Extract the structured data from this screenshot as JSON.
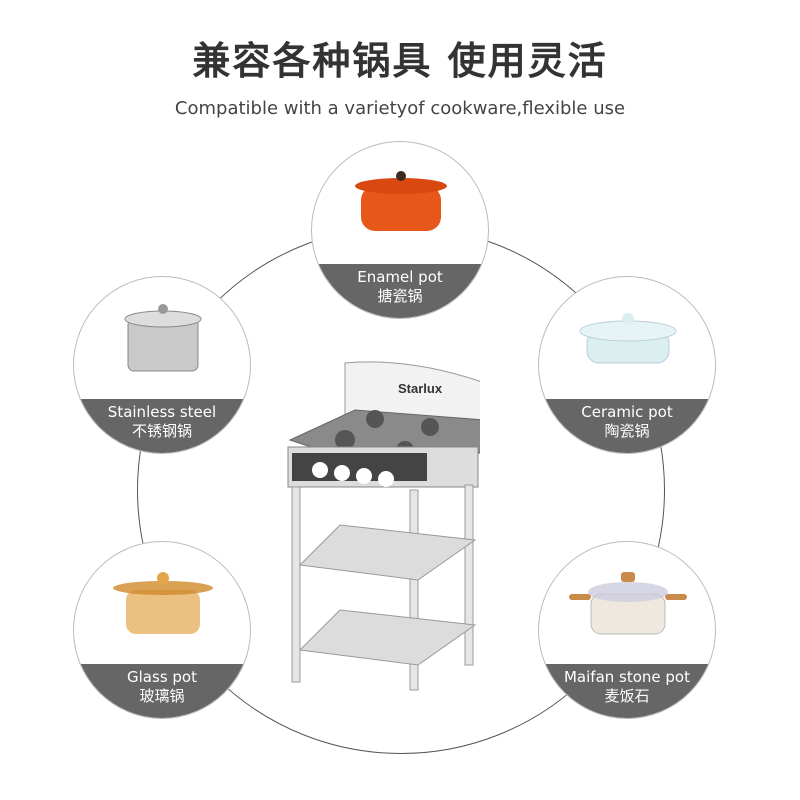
{
  "header": {
    "title": "兼容各种锅具 使用灵活",
    "subtitle": "Compatible with a varietyof cookware,flexible use"
  },
  "brand": "Starlux",
  "cookware": [
    {
      "en": "Enamel pot",
      "zh": "搪瓷锅",
      "color": "#e8571a"
    },
    {
      "en": "Stainless steel",
      "zh": "不锈钢锅",
      "color": "#c9c9c9"
    },
    {
      "en": "Ceramic pot",
      "zh": "陶瓷锅",
      "color": "#dbeef0"
    },
    {
      "en": "Glass pot",
      "zh": "玻璃锅",
      "color": "#e3a54a"
    },
    {
      "en": "Maifan stone pot",
      "zh": "麦饭石",
      "color": "#eee8de"
    }
  ]
}
